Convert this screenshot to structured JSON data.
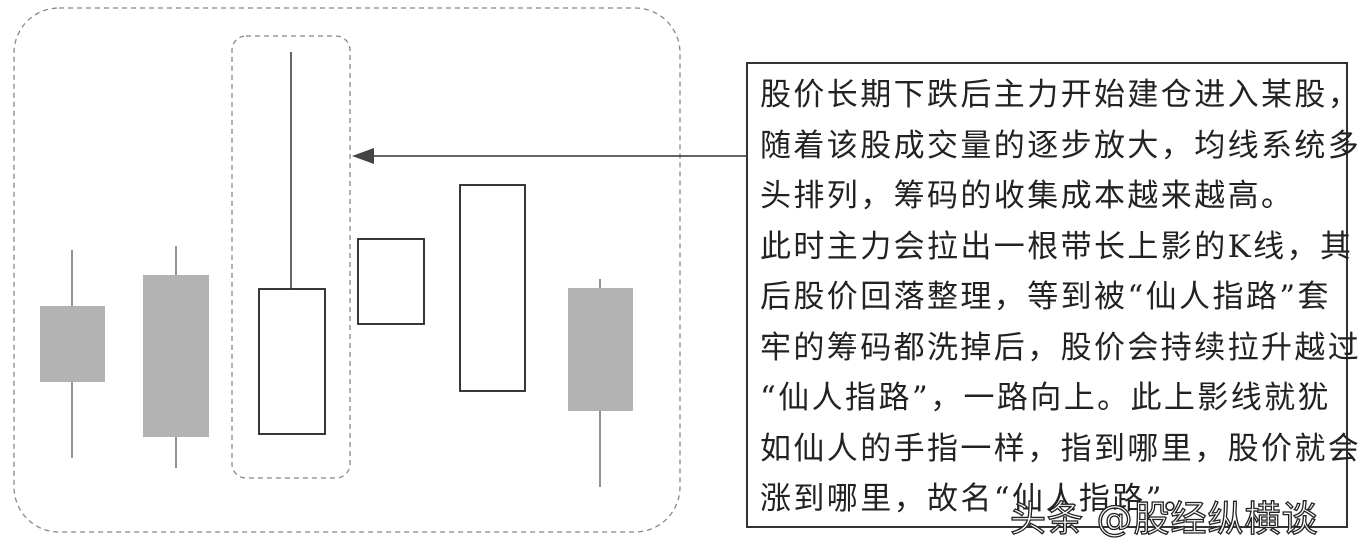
{
  "description_box": {
    "lines": [
      "股价长期下跌后主力开始建仓进入某股，",
      "随着该股成交量的逐步放大，均线系统多",
      "头排列，筹码的收集成本越来越高。",
      "此时主力会拉出一根带长上影的K线，其",
      "后股价回落整理，等到被“仙人指路”套",
      "牢的筹码都洗掉后，股价会持续拉升越过",
      "“仙人指路”，一路向上。此上影线就犹",
      "如仙人的手指一样，指到哪里，股价就会",
      "涨到哪里，故名“仙人指路”。"
    ]
  },
  "watermark": "头条 @股经纵横谈",
  "candles": [
    {
      "type": "bearish",
      "fill": "#b3b3b3"
    },
    {
      "type": "bearish",
      "fill": "#b3b3b3"
    },
    {
      "type": "bullish-long-upper-shadow",
      "fill": "#ffffff",
      "highlighted": true
    },
    {
      "type": "bullish",
      "fill": "#ffffff"
    },
    {
      "type": "bullish",
      "fill": "#ffffff"
    },
    {
      "type": "bearish",
      "fill": "#b3b3b3"
    }
  ]
}
